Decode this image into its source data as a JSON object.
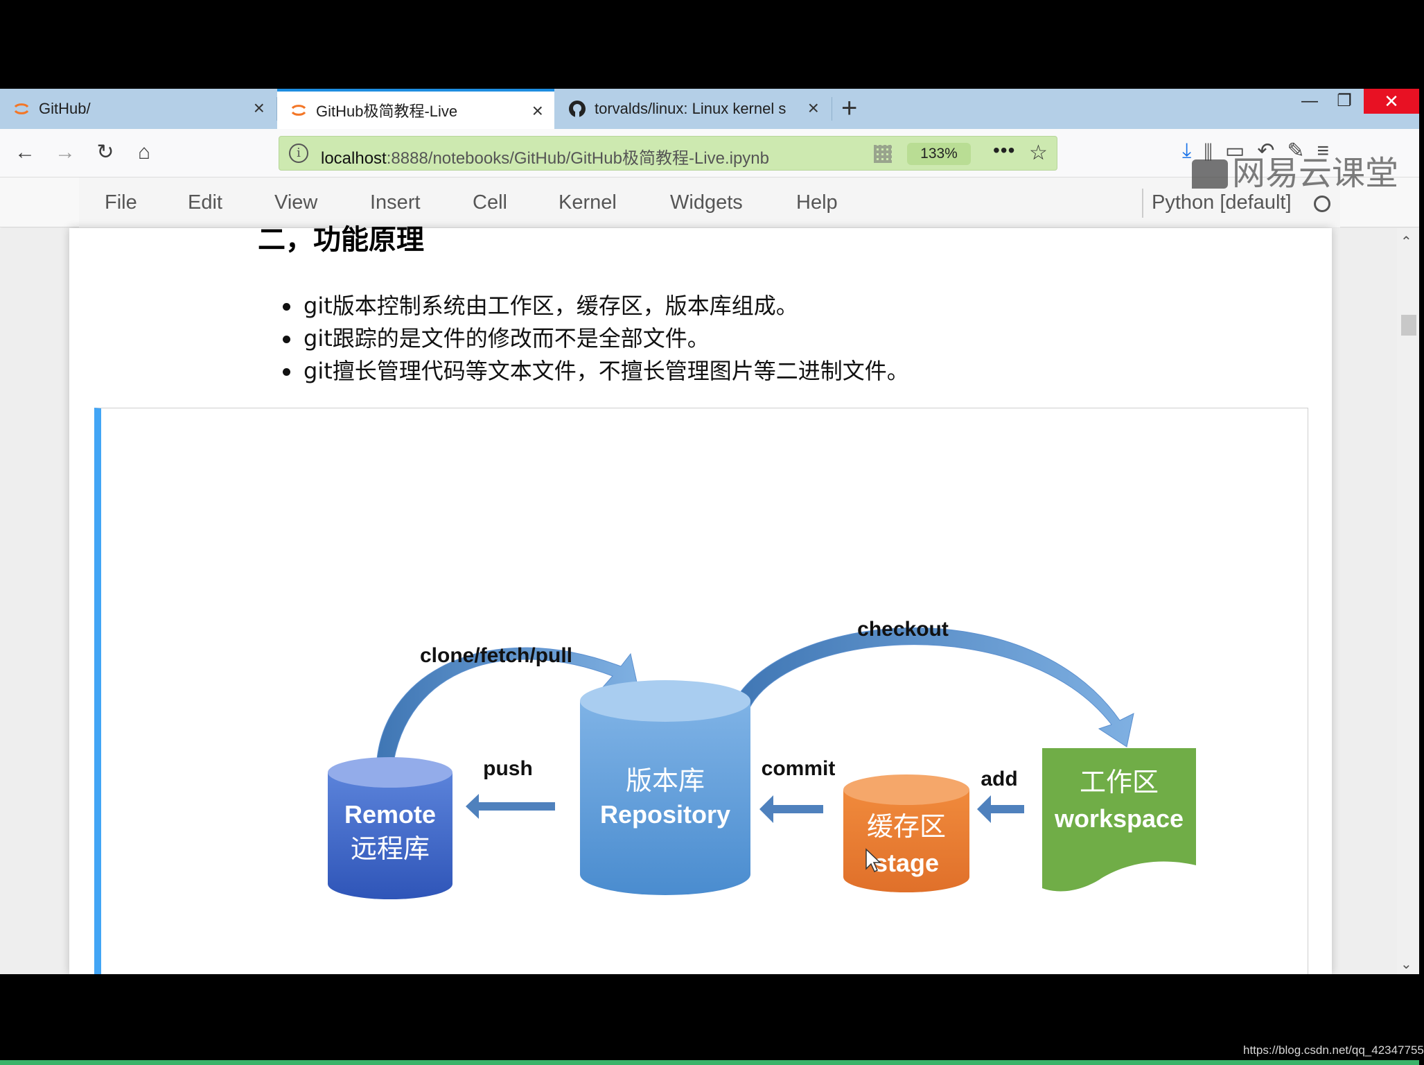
{
  "tabs": [
    {
      "title": "GitHub/"
    },
    {
      "title": "GitHub极简教程-Live"
    },
    {
      "title": "torvalds/linux: Linux kernel s"
    }
  ],
  "icons": {
    "back": "arrow-left-icon",
    "forward": "arrow-right-icon",
    "reload": "reload-icon",
    "home": "home-icon",
    "info": "info-icon",
    "bookmark": "star-icon",
    "close": "close-icon",
    "new_tab": "plus-icon"
  },
  "url": {
    "host": "localhost",
    "rest": ":8888/notebooks/GitHub/GitHub极简教程-Live.ipynb",
    "zoom": "133%"
  },
  "watermark": "网易云课堂",
  "menu": {
    "items": [
      "File",
      "Edit",
      "View",
      "Insert",
      "Cell",
      "Kernel",
      "Widgets",
      "Help"
    ],
    "kernel": "Python [default]"
  },
  "notebook": {
    "heading": "二，功能原理",
    "bullets": [
      "git版本控制系统由工作区，缓存区，版本库组成。",
      "git跟踪的是文件的修改而不是全部文件。",
      "git擅长管理代码等文本文件，不擅长管理图片等二进制文件。"
    ]
  },
  "diagram": {
    "labels": {
      "clone": "clone/fetch/pull",
      "checkout": "checkout",
      "push": "push",
      "commit": "commit",
      "add": "add"
    },
    "nodes": {
      "remote": {
        "line1": "Remote",
        "line2": "远程库"
      },
      "repository": {
        "line1": "版本库",
        "line2": "Repository"
      },
      "stage": {
        "line1": "缓存区",
        "line2": "stage"
      },
      "workspace": {
        "line1": "工作区",
        "line2": "workspace"
      }
    },
    "colors": {
      "remote": "#3f67c8",
      "repository": "#5b9bd5",
      "stage": "#ed7d31",
      "workspace": "#70ad47",
      "arrow": "#4f81bd"
    }
  },
  "status_bar": "https://blog.csdn.net/qq_42347755"
}
